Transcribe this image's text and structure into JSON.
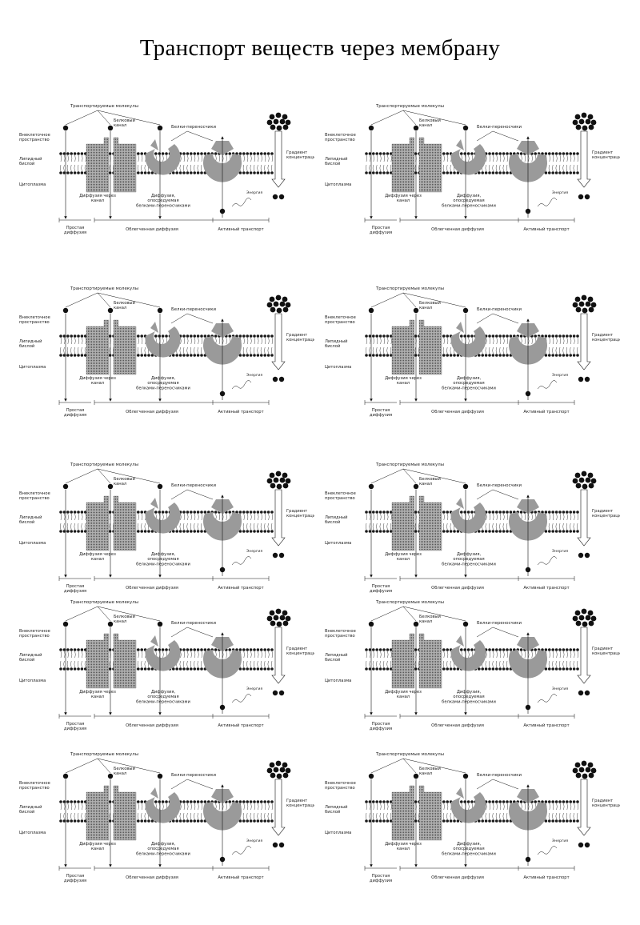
{
  "title": "Транспорт веществ через мембрану",
  "colors": {
    "stroke": "#111111",
    "channel": "#8a8a8a",
    "carrier": "#9a9a9a",
    "lipid_head": "#1a1a1a",
    "text": "#222222"
  },
  "panel_labels": {
    "transported": "Транспортируемые молекулы",
    "channel": "Белковый канал",
    "carriers": "Белки-переносчики",
    "extracellular": "Внеклеточное пространство",
    "bilayer": "Липидный бислой",
    "cytoplasm": "Цитоплазма",
    "gradient": "Градиент концентрации",
    "channel_diffusion": "Диффузия через канал",
    "carrier_diffusion": "Диффузия, опосредуемая белками-переносчиками",
    "energy": "Энергия",
    "passive": "Простая диффузия",
    "facilitated": "Облегченная диффузия",
    "active": "Активный транспорт"
  },
  "panels": [
    {
      "id": 1
    },
    {
      "id": 2
    },
    {
      "id": 3
    },
    {
      "id": 4
    },
    {
      "id": 5
    },
    {
      "id": 6
    },
    {
      "id": 7
    },
    {
      "id": 8
    },
    {
      "id": 9
    },
    {
      "id": 10
    }
  ]
}
